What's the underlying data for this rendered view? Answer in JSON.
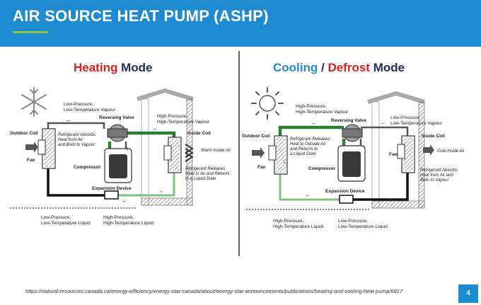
{
  "header": {
    "title": "AIR SOURCE HEAT PUMP (ASHP)"
  },
  "heating": {
    "mode_word": "Heating",
    "mode_suffix": "Mode",
    "labels": {
      "outdoor_coil": "Outdoor Coil",
      "fan": "Fan",
      "inside_coil": "Inside Coil",
      "reversing_valve": "Reversing Valve",
      "compressor": "Compressor",
      "expansion_device": "Expansion Device",
      "lp_vapour_1": "Low-Pressure,",
      "lp_vapour_2": "Low-Temperature Vapour",
      "hp_vapour_1": "High-Pressure,",
      "hp_vapour_2": "High-Temperature Vapour",
      "absorbs_1": "Refrigerant Absorbs",
      "absorbs_2": "Heat from Air",
      "absorbs_3": "and Boils to Vapour",
      "warm_air": "Warm Inside Air",
      "releases_1": "Refrigerant Releases",
      "releases_2": "Heat to Air and Returns",
      "releases_3": "to a Liquid State",
      "lp_liquid_1": "Low-Pressure,",
      "lp_liquid_2": "Low-Temperature Liquid",
      "hp_liquid_1": "High-Pressure,",
      "hp_liquid_2": "High-Temperature Liquid"
    }
  },
  "cooling": {
    "mode_word_1": "Cooling",
    "separator": " / ",
    "mode_word_2": "Defrost",
    "mode_suffix": "Mode",
    "labels": {
      "outdoor_coil": "Outdoor Coil",
      "fan_left": "Fan",
      "fan_right": "Fan",
      "inside_coil": "Inside Coil",
      "reversing_valve": "Reversing Valve",
      "compressor": "Compressor",
      "expansion_device": "Expansion Device",
      "hp_vapour_1": "High-Pressure,",
      "hp_vapour_2": "High-Temperature Vapour",
      "lp_vapour_1": "Low-Pressure,",
      "lp_vapour_2": "Low-Temperature Vapour",
      "releases_1": "Refrigerant Releases",
      "releases_2": "Heat to Outside Air",
      "releases_3": "and Returns to",
      "releases_4": "a Liquid State",
      "cool_air": "Cool Inside Air",
      "absorbs_1": "Refrigerant Absorbs",
      "absorbs_2": "Heat from Air and",
      "absorbs_3": "Boils to Vapour",
      "hp_liquid_1": "High-Pressure,",
      "hp_liquid_2": "High-Temperature Liquid",
      "lp_liquid_1": "Low-Pressure,",
      "lp_liquid_2": "Low-Temperature Liquid"
    }
  },
  "footer": {
    "source": "https://natural-resources.canada.ca/energy-efficiency/energy-star-canada/about/energy-star-announcements/publications/heating-and-cooling-heat-pump/6817",
    "page_number": "4"
  },
  "colors": {
    "header": "#1e8bd0",
    "accent": "#8cc63f",
    "hot_line": "#2e7d32",
    "cool_line": "#7cc47f",
    "heating_word": "#e02020",
    "cooling_word": "#1e8bd0"
  }
}
